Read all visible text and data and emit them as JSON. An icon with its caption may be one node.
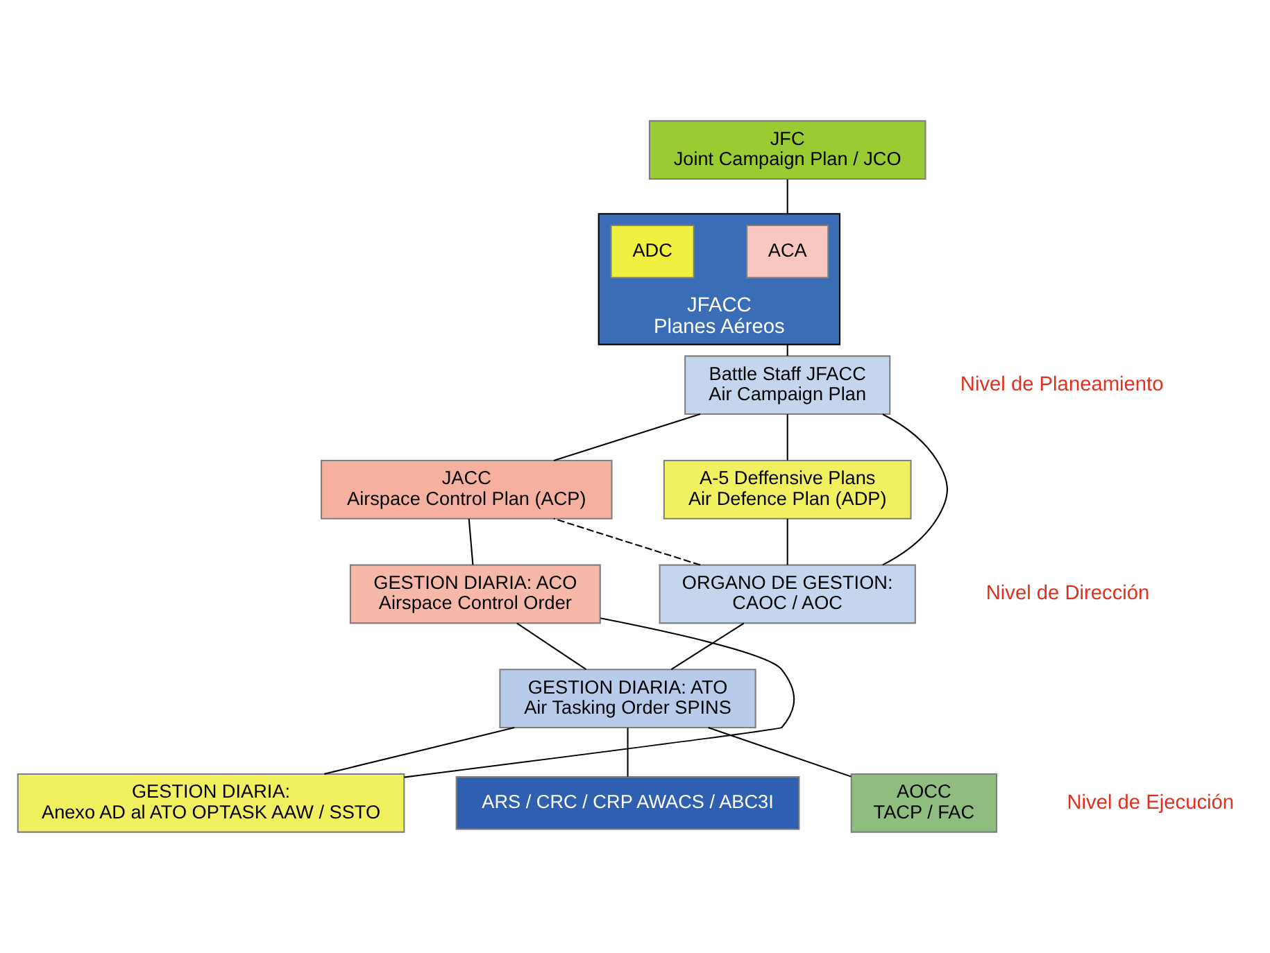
{
  "diagram": {
    "nodes": [
      {
        "text": [
          "JFC",
          "Joint Campaign Plan / JCO"
        ]
      },
      {
        "text": [
          "JFACC",
          "Planes Aéreos"
        ]
      },
      {
        "text": [
          "ACA"
        ],
        "in": 1
      },
      {
        "text": [
          "ADC"
        ],
        "in": 1
      },
      {
        "text": [
          "Battle Staff JFACC",
          "Air Campaign Plan"
        ]
      },
      {
        "text": [
          "JACC",
          "Airspace Control Plan (ACP)"
        ]
      },
      {
        "text": [
          "A-5 Deffensive Plans",
          "Air Defence Plan (ADP)"
        ]
      },
      {
        "text": [
          "ORGANO DE GESTION:",
          "CAOC / AOC"
        ]
      },
      {
        "text": [
          "GESTION DIARIA: ACO",
          "Airspace Control Order"
        ]
      },
      {
        "text": [
          "GESTION DIARIA: ATO",
          "Air Tasking Order SPINS"
        ]
      },
      {
        "text": [
          "GESTION DIARIA:",
          "Anexo AD al ATO OPTASK AAW / SSTO"
        ]
      },
      {
        "text": [
          "ARS / CRC / CRP AWACS / ABC3I"
        ]
      },
      {
        "text": [
          "AOCC",
          "TACP / FAC"
        ]
      }
    ],
    "edges": [
      {
        "from": 0,
        "to": 1,
        "arrow": "none"
      },
      {
        "from": 1,
        "to": 4,
        "arrow": "none"
      },
      {
        "from": 4,
        "to": 5,
        "arrow": "none"
      },
      {
        "from": 4,
        "to": 6,
        "arrow": "none"
      },
      {
        "from": 4,
        "to": 7,
        "arrow": "none"
      },
      {
        "from": 7,
        "to": 5,
        "arrow": "none",
        "style": "dashed"
      },
      {
        "from": 6,
        "to": 7,
        "arrow": "none"
      },
      {
        "from": 5,
        "to": 8,
        "arrow": "none"
      },
      {
        "from": 7,
        "to": 9,
        "arrow": "none"
      },
      {
        "from": 8,
        "to": 9,
        "arrow": "none"
      },
      {
        "from": 9,
        "to": 10,
        "arrow": "none"
      },
      {
        "from": 8,
        "to": 10,
        "arrow": "none"
      },
      {
        "from": 9,
        "to": 11,
        "arrow": "none"
      },
      {
        "from": 9,
        "to": 12,
        "arrow": "none"
      }
    ],
    "labels": [
      "Nivel de Planeamiento",
      "Nivel de Dirección",
      "Nivel de Ejecución"
    ]
  }
}
